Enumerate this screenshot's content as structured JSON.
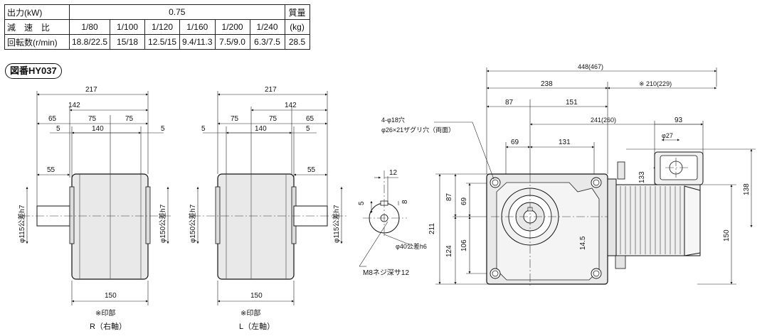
{
  "spec_table": {
    "row_output_label": "出力(kW)",
    "output_value": "0.75",
    "mass_label": "質量",
    "row_ratio_label": "減　速　比",
    "ratios": [
      "1/80",
      "1/100",
      "1/120",
      "1/160",
      "1/200",
      "1/240"
    ],
    "mass_unit": "(kg)",
    "row_speed_label": "回転数(r/min)",
    "speeds": [
      "18.8/22.5",
      "15/18",
      "12.5/15",
      "9.4/11.3",
      "7.5/9.0",
      "6.3/7.5"
    ],
    "mass_value": "28.5"
  },
  "drawing_no": "図番HY037",
  "views": {
    "right_shaft": {
      "overall": "217",
      "d142": "142",
      "d65": "65",
      "d75a": "75",
      "d75b": "75",
      "d5a": "5",
      "d140": "140",
      "d5b": "5",
      "d55": "55",
      "d150": "150",
      "shaft_dia": "φ115公差h7",
      "body_dia": "φ150公差h7",
      "mark": "※印部",
      "caption": "R（右軸）"
    },
    "left_shaft": {
      "overall": "217",
      "d142": "142",
      "d75a": "75",
      "d75b": "75",
      "d65": "65",
      "d5a": "5",
      "d140": "140",
      "d5b": "5",
      "d55": "55",
      "d150": "150",
      "shaft_dia": "φ115公差h7",
      "body_dia": "φ150公差h7",
      "mark": "※印部",
      "caption": "L（左軸）"
    },
    "shaft_detail": {
      "d12": "12",
      "d5": "5",
      "d8": "8",
      "shaft_dia": "φ40公差h6",
      "tap": "M8ネジ深サ12"
    },
    "front": {
      "overall": "448(467)",
      "d238": "238",
      "d210": "※ 210(229)",
      "d87": "87",
      "d151": "151",
      "d241": "241(260)",
      "d93": "93",
      "d27": "φ27",
      "d69w": "69",
      "d131": "131",
      "holes": "4-φ18穴",
      "counterbore": "φ26×21ザグリ穴（両面）",
      "h211": "211",
      "h87": "87",
      "h69": "69",
      "h124": "124",
      "h106": "106",
      "h14_5": "14.5",
      "h133": "133",
      "h138": "138",
      "h150": "150"
    }
  }
}
